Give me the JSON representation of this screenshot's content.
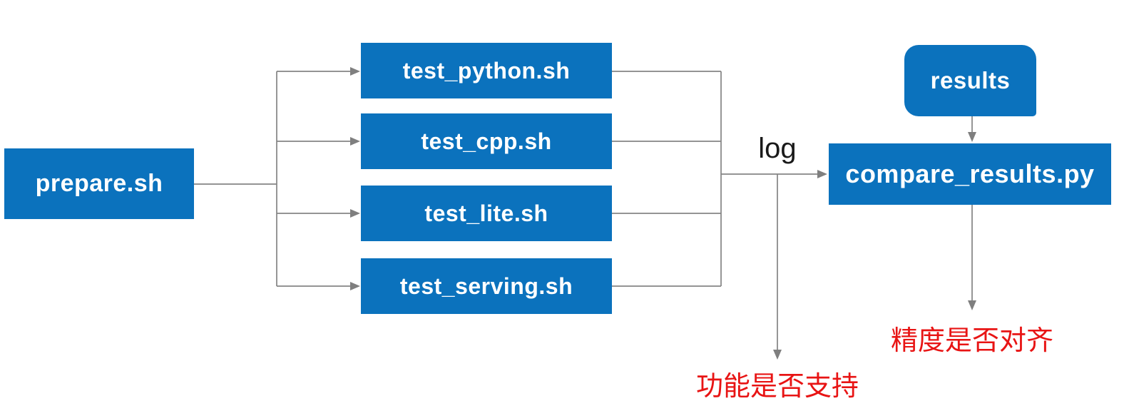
{
  "diagram": {
    "title_hint": "test pipeline flowchart",
    "colors": {
      "node_blue": "#0b72bd",
      "node_text": "#ffffff",
      "connector_gray": "#808080",
      "edge_label_black": "#1a1a1a",
      "annotation_red": "#e81414",
      "background": "#ffffff"
    },
    "nodes": {
      "prepare": {
        "label": "prepare.sh",
        "shape": "rectangle"
      },
      "test_python": {
        "label": "test_python.sh",
        "shape": "rectangle"
      },
      "test_cpp": {
        "label": "test_cpp.sh",
        "shape": "rectangle"
      },
      "test_lite": {
        "label": "test_lite.sh",
        "shape": "rectangle"
      },
      "test_serving": {
        "label": "test_serving.sh",
        "shape": "rectangle"
      },
      "results": {
        "label": "results",
        "shape": "rounded-rectangle"
      },
      "compare": {
        "label": "compare_results.py",
        "shape": "rectangle"
      }
    },
    "edge_labels": {
      "log": "log"
    },
    "annotations": {
      "function_check": "功能是否支持",
      "precision_check": "精度是否对齐"
    },
    "edges": [
      "prepare.sh -> test_python.sh",
      "prepare.sh -> test_cpp.sh",
      "prepare.sh -> test_lite.sh",
      "prepare.sh -> test_serving.sh",
      "test_*.sh -(log)-> compare_results.py",
      "test_*.sh -(log)-> 功能是否支持",
      "results -> compare_results.py",
      "compare_results.py -> 精度是否对齐"
    ]
  }
}
